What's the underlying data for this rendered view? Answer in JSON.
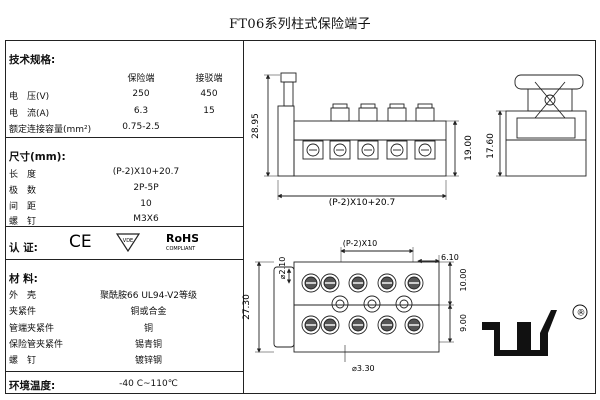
{
  "title": "FT06系列柱式保险端子",
  "tech": {
    "heading": "技术规格:",
    "col1": "保险端",
    "col2": "接驳端",
    "rows": [
      {
        "label": "电　压(V)",
        "v1": "250",
        "v2": "450"
      },
      {
        "label": "电　流(A)",
        "v1": "6.3",
        "v2": "15"
      },
      {
        "label": "额定连接容量(mm²)",
        "v1": "0.75-2.5",
        "v2": ""
      }
    ]
  },
  "dims": {
    "heading": "尺寸(mm):",
    "rows": [
      {
        "label": "长　度",
        "value": "(P-2)X10+20.7"
      },
      {
        "label": "极　数",
        "value": "2P-5P"
      },
      {
        "label": "间　距",
        "value": "10"
      },
      {
        "label": "螺　钉",
        "value": "M3X6"
      }
    ]
  },
  "cert": {
    "heading": "认 证:",
    "marks": [
      "CE",
      "VDE",
      "RoHS"
    ],
    "rohs_sub": "COMPLIANT"
  },
  "materials": {
    "heading": "材 料:",
    "rows": [
      {
        "label": "外　壳",
        "value": "聚酰胺66 UL94-V2等级"
      },
      {
        "label": "夹紧件",
        "value": "铜或合金"
      },
      {
        "label": "管端夹紧件",
        "value": "铜"
      },
      {
        "label": "保险管夹紧件",
        "value": "锡青铜"
      },
      {
        "label": "螺　钉",
        "value": "镀锌钢"
      }
    ]
  },
  "env": {
    "heading": "环境温度:",
    "value": "-40 C~110℃"
  },
  "drawing": {
    "dim_height": "28.95",
    "dim_body": "19.00",
    "dim_side": "17.60",
    "dim_length": "(P-2)X10+20.7",
    "dim_pitch": "(P-2)X10",
    "dim_610": "6.10",
    "dim_depth": "27.30",
    "dim_hole": "⌀2.10",
    "dim_900": "9.00",
    "dim_1000": "10.00",
    "dim_330": "⌀3.30"
  },
  "brand": {
    "registered": "®"
  }
}
